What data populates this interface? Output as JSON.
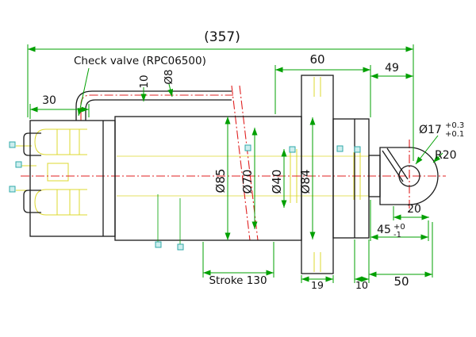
{
  "drawing": {
    "labels": {
      "check_valve": "Check valve (RPC06500)"
    },
    "dimensions": {
      "overall_length": "(357)",
      "top_60": "60",
      "top_49": "49",
      "left_30": "30",
      "pipe_offset_10": "10",
      "pipe_dia": "Ø8",
      "body_dia": "Ø85",
      "bore_dia": "Ø70",
      "rod_dia": "Ø40",
      "flange_pilot_dia": "Ø84",
      "eye_hole_dia": "Ø17",
      "eye_hole_tol_upper": "+0.3",
      "eye_hole_tol_lower": "+0.1",
      "eye_radius": "R20",
      "eye_width_20": "20",
      "clevis_45": "45",
      "clevis_45_tol_upper": "+0",
      "clevis_45_tol_lower": "-1",
      "stroke_note": "Stroke 130",
      "flange_thk_19": "19",
      "bottom_10": "10",
      "bottom_50": "50"
    },
    "colors": {
      "outline": "#1a1a1a",
      "dimension": "#00a000",
      "centerline": "#e02020",
      "hidden": "#ddd82f",
      "grip": "#2fa8a8",
      "background": "#ffffff"
    }
  }
}
